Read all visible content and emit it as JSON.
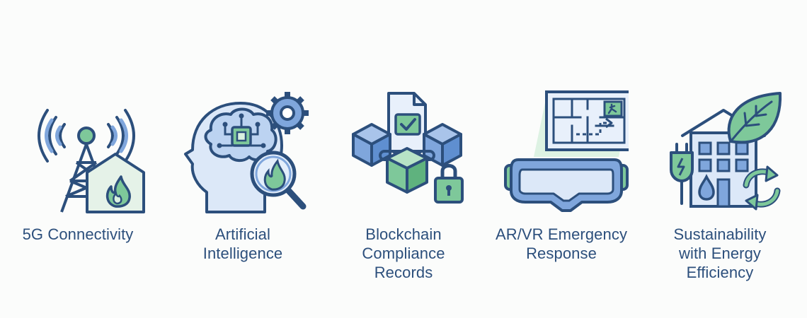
{
  "items": [
    {
      "icon": "5g-tower-fire-icon",
      "label_lines": [
        "5G Connectivity"
      ]
    },
    {
      "icon": "ai-brain-fire-icon",
      "label_lines": [
        "Artificial",
        "Intelligence"
      ]
    },
    {
      "icon": "blockchain-lock-icon",
      "label_lines": [
        "Blockchain",
        "Compliance",
        "Records"
      ]
    },
    {
      "icon": "vr-headset-evacuation-icon",
      "label_lines": [
        "AR/VR Emergency",
        "Response"
      ]
    },
    {
      "icon": "sustainable-building-icon",
      "label_lines": [
        "Sustainability",
        "with Energy",
        "Efficiency"
      ]
    }
  ],
  "colors": {
    "outline": "#2c4f7c",
    "blue_fill": "#7fa6dc",
    "light_blue_fill": "#dce8f8",
    "green_fill": "#7ec89a",
    "light_green_fill": "#d9f1e0",
    "label_text": "#2c4f7c"
  }
}
